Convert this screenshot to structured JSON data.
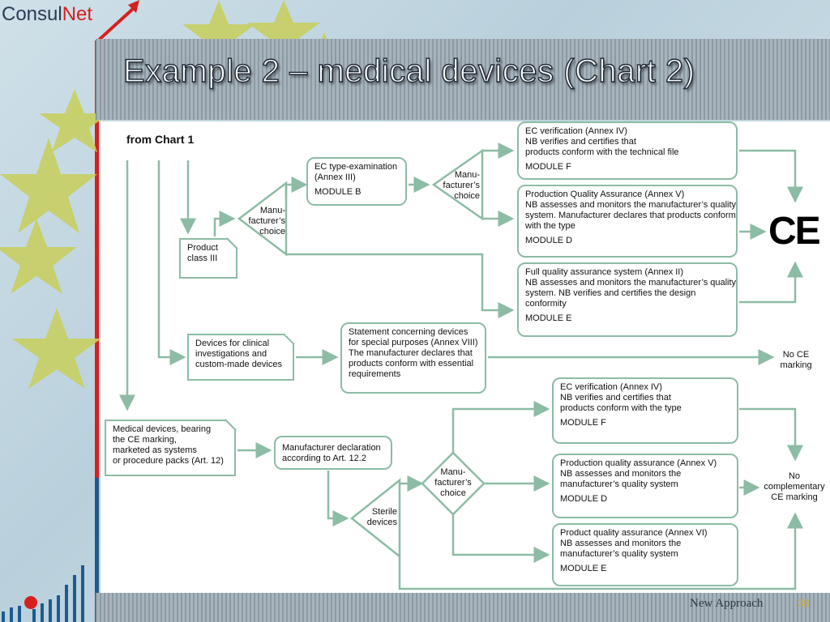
{
  "logo": {
    "part1": "Consul",
    "part2": "Net"
  },
  "slide_title": "Example 2 – medical devices (Chart 2)",
  "footer": {
    "text": "New Approach",
    "page": "38"
  },
  "diagram": {
    "from_chart": "from Chart 1",
    "product_class": [
      "Product",
      "class III"
    ],
    "choice_label": [
      "Manu-",
      "facturer’s",
      "choice"
    ],
    "type_exam": {
      "lines": [
        "EC type-examination",
        "(Annex III)"
      ],
      "module": "MODULE B"
    },
    "ec_verif_top": {
      "lines": [
        "EC verification (Annex IV)",
        "NB verifies and certifies that",
        "products conform  with the technical file"
      ],
      "module": "MODULE F"
    },
    "prod_qa_top": {
      "lines": [
        "Production Quality Assurance (Annex V)",
        "NB assesses and monitors the manufacturer’s quality",
        "system. Manufacturer declares that products conform",
        "with the type"
      ],
      "module": "MODULE D"
    },
    "full_qa": {
      "lines": [
        "Full quality assurance system (Annex II)",
        "NB assesses and monitors the manufacturer’s quality",
        "system. NB verifies and certifies the design",
        "conformity"
      ],
      "module": "MODULE E"
    },
    "ce_mark": "CE",
    "clinical": [
      "Devices for clinical",
      "investigations and",
      "custom-made devices"
    ],
    "statement": [
      "Statement concerning devices",
      "for special purposes (Annex VIII)",
      "The manufacturer declares that",
      "products conform with essential",
      "requirements"
    ],
    "no_ce": [
      "No CE",
      "marking"
    ],
    "medical_systems": [
      "Medical devices, bearing",
      "the CE marking,",
      "marketed as systems",
      "or procedure packs (Art. 12)"
    ],
    "mfr_declaration": [
      "Manufacturer declaration",
      "according to Art. 12.2"
    ],
    "sterile": [
      "Sterile",
      "devices"
    ],
    "ec_verif_bottom": {
      "lines": [
        "EC verification (Annex IV)",
        "NB verifies and certifies that",
        "products conform with the type"
      ],
      "module": "MODULE F"
    },
    "prod_qa_bottom": {
      "lines": [
        "Production quality assurance (Annex V)",
        "NB assesses and monitors the",
        "manufacturer’s quality system"
      ],
      "module": "MODULE D"
    },
    "product_qa": {
      "lines": [
        "Product quality assurance (Annex VI)",
        "NB assesses and monitors the",
        "manufacturer’s quality system"
      ],
      "module": "MODULE E"
    },
    "no_complementary": [
      "No",
      "complementary",
      "CE marking"
    ]
  },
  "colors": {
    "line": "#8dbca5",
    "accent_red": "#d62020",
    "accent_blue": "#1d5b8f"
  }
}
